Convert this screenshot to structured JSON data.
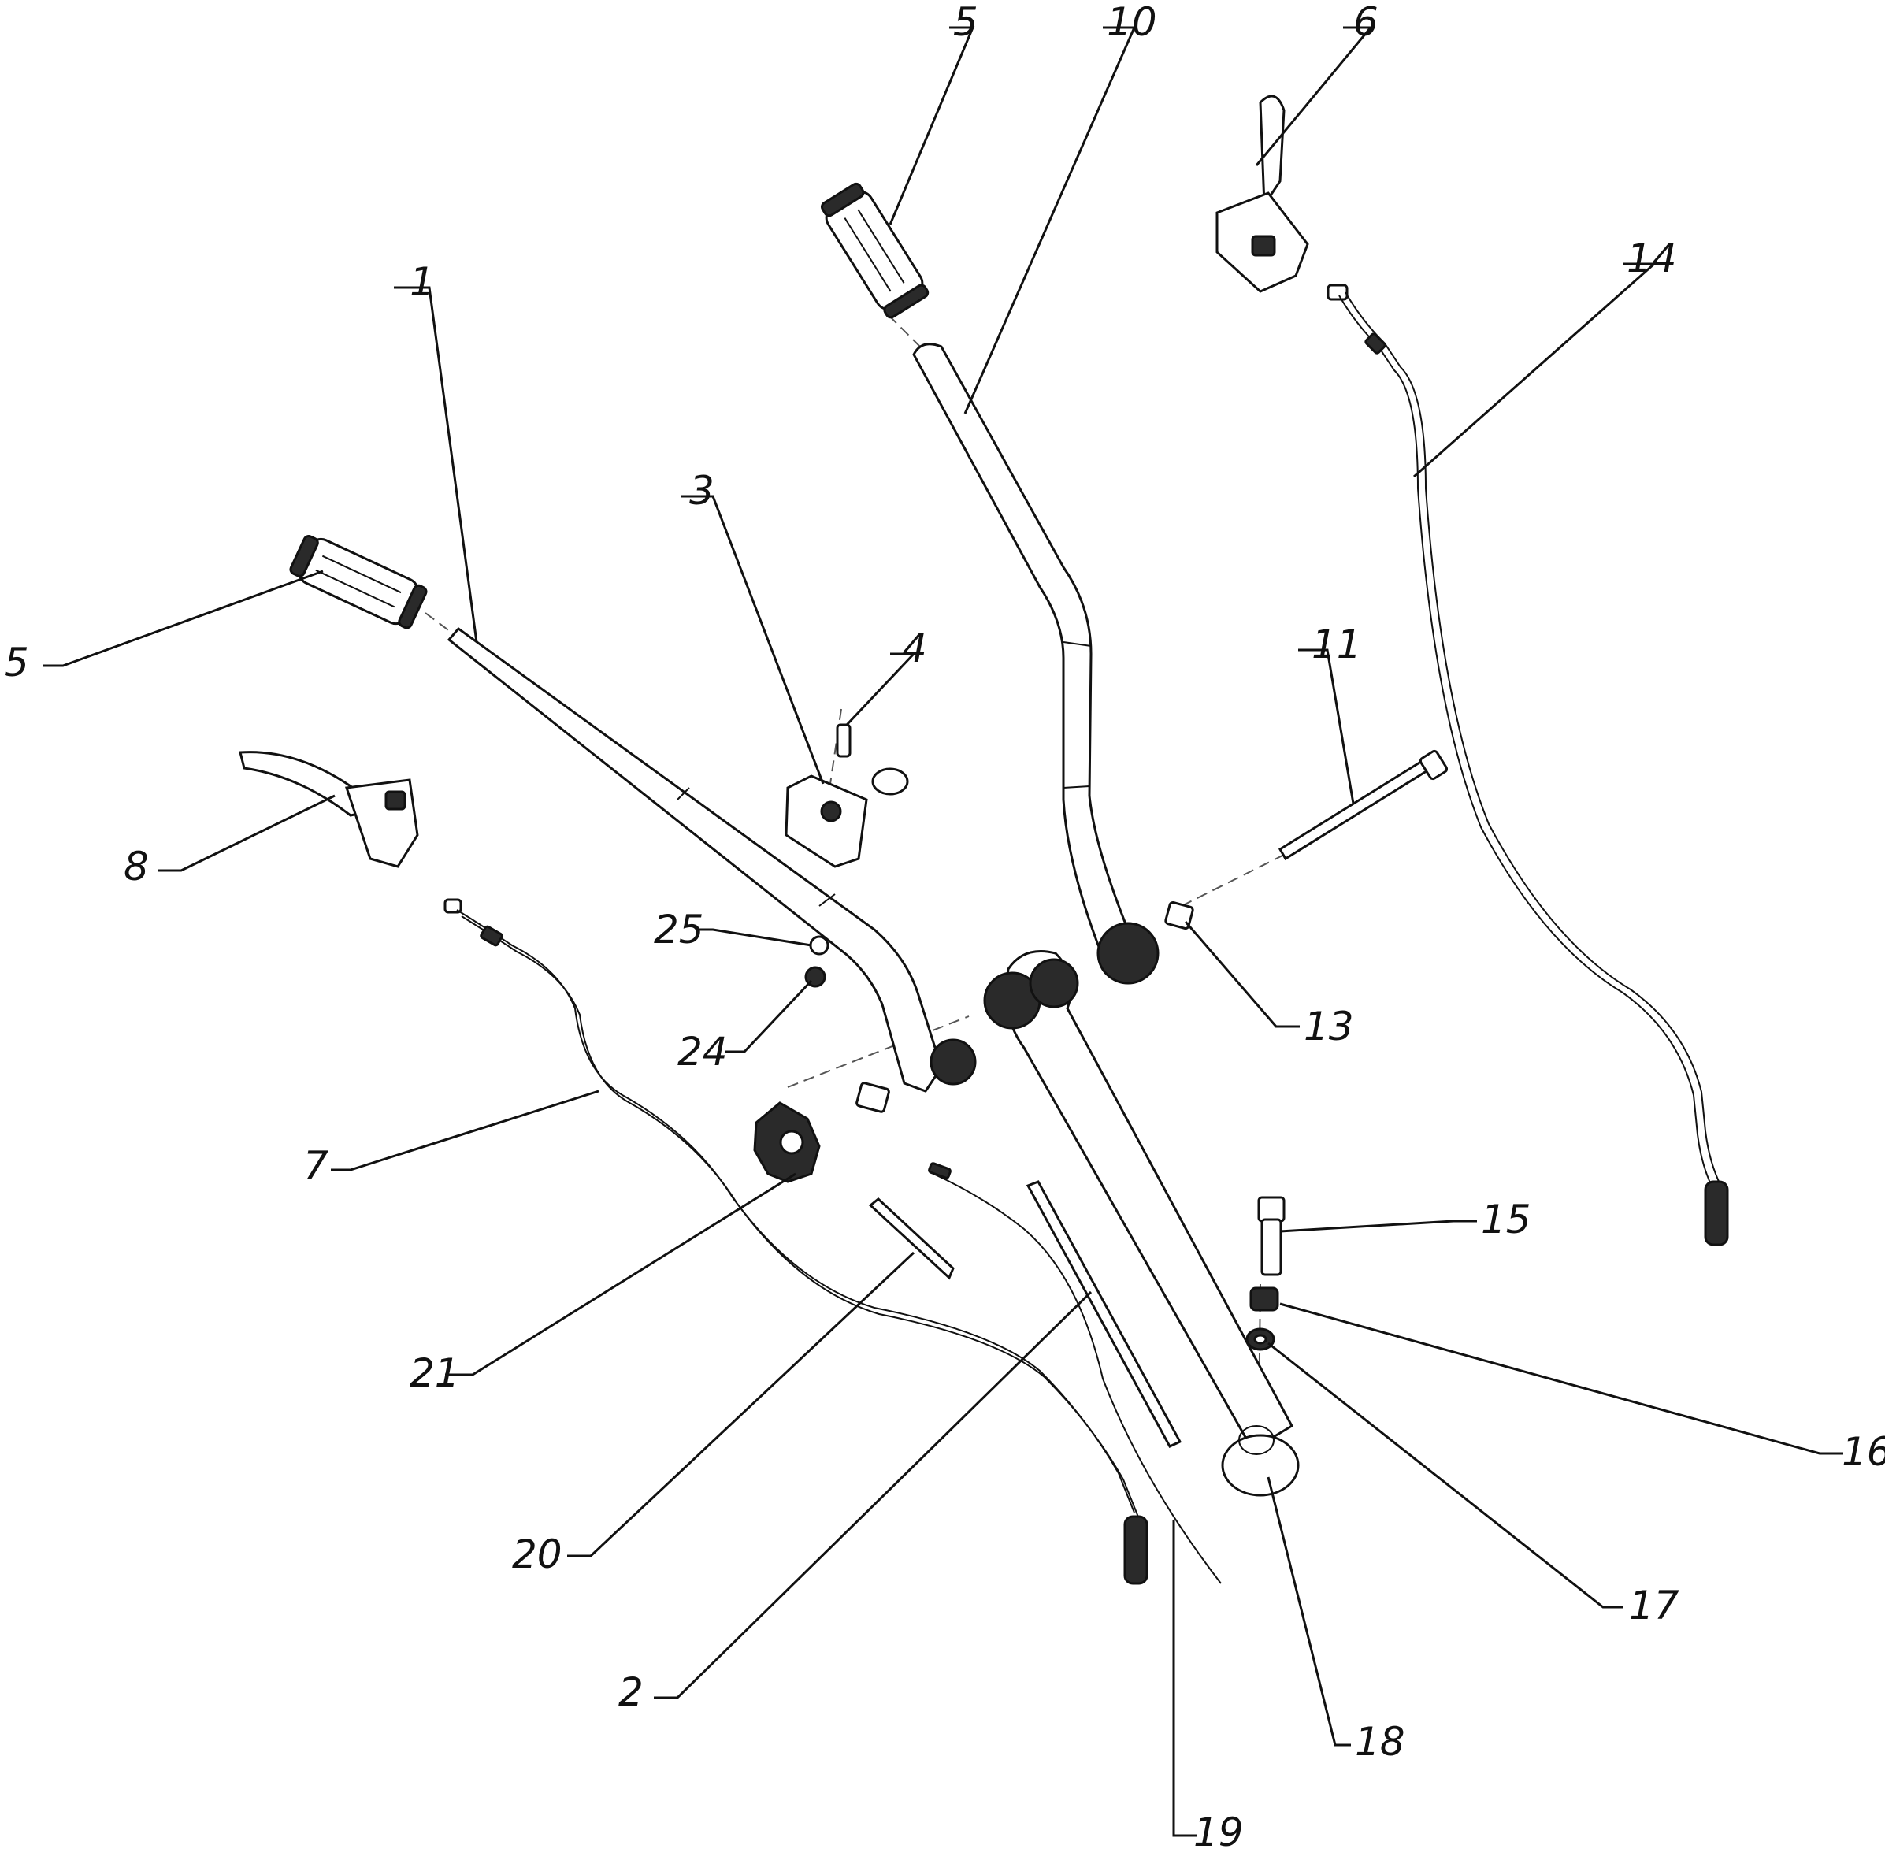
{
  "diagram": {
    "callouts": [
      {
        "id": "1",
        "text": "1"
      },
      {
        "id": "2",
        "text": "2"
      },
      {
        "id": "3",
        "text": "3"
      },
      {
        "id": "4",
        "text": "4"
      },
      {
        "id": "5a",
        "text": "5"
      },
      {
        "id": "5b",
        "text": "5"
      },
      {
        "id": "6",
        "text": "6"
      },
      {
        "id": "7",
        "text": "7"
      },
      {
        "id": "8",
        "text": "8"
      },
      {
        "id": "10",
        "text": "10"
      },
      {
        "id": "11",
        "text": "11"
      },
      {
        "id": "13",
        "text": "13"
      },
      {
        "id": "14",
        "text": "14"
      },
      {
        "id": "15",
        "text": "15"
      },
      {
        "id": "16",
        "text": "16"
      },
      {
        "id": "17",
        "text": "17"
      },
      {
        "id": "18",
        "text": "18"
      },
      {
        "id": "19",
        "text": "19"
      },
      {
        "id": "20",
        "text": "20"
      },
      {
        "id": "21",
        "text": "21"
      },
      {
        "id": "24",
        "text": "24"
      },
      {
        "id": "25",
        "text": "25"
      }
    ]
  }
}
